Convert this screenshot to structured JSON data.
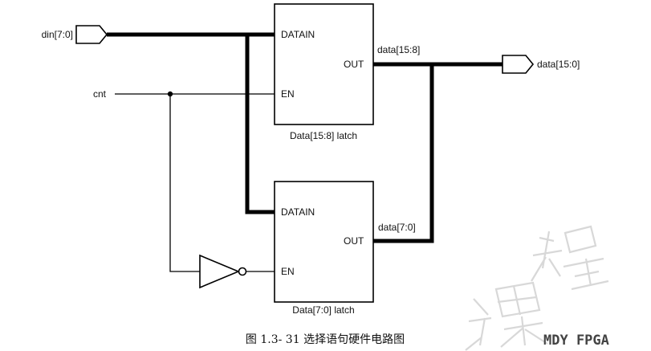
{
  "ports": {
    "input": "din[7:0]",
    "control": "cnt",
    "output": "data[15:0]"
  },
  "latches": [
    {
      "name": "Data[15:8] latch",
      "pin_data": "DATAIN",
      "pin_en": "EN",
      "pin_out": "OUT",
      "out_net": "data[15:8]"
    },
    {
      "name": "Data[7:0] latch",
      "pin_data": "DATAIN",
      "pin_en": "EN",
      "pin_out": "OUT",
      "out_net": "data[7:0]"
    }
  ],
  "caption": "图 1.3- 31 选择语句硬件电路图",
  "watermark": {
    "brand": "MDY FPGA",
    "chars": "课程"
  },
  "colors": {
    "line": "#000000",
    "box_fill": "#ffffff",
    "watermark": "#d8d8d8"
  }
}
